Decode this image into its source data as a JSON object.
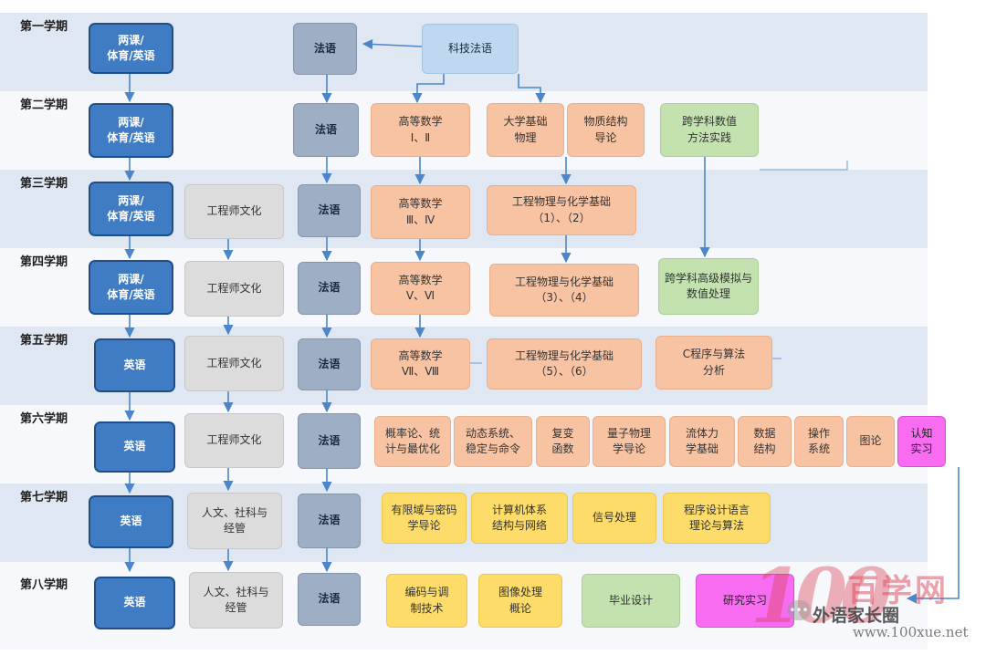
{
  "semesters": [
    "第一学期",
    "第二学期",
    "第三学期",
    "第四学期",
    "第五学期",
    "第六学期",
    "第七学期",
    "第八学期"
  ],
  "courses": {
    "s1": {
      "core": "两课/\n体育/英语",
      "french": "法语",
      "sci_french": "科技法语"
    },
    "s2": {
      "core": "两课/\n体育/英语",
      "french": "法语",
      "math": "高等数学\nⅠ、Ⅱ",
      "physics": "大学基础\n物理",
      "structure": "物质结构\n导论",
      "numerical": "跨学科数值\n方法实践"
    },
    "s3": {
      "core": "两课/\n体育/英语",
      "eng_culture": "工程师文化",
      "french": "法语",
      "math": "高等数学\nⅢ、Ⅳ",
      "phys_chem": "工程物理与化学基础\n（1）、（2）"
    },
    "s4": {
      "core": "两课/\n体育/英语",
      "eng_culture": "工程师文化",
      "french": "法语",
      "math": "高等数学\nⅤ、Ⅵ",
      "phys_chem": "工程物理与化学基础\n（3）、（4）",
      "simulation": "跨学科高级模拟与\n数值处理"
    },
    "s5": {
      "english": "英语",
      "eng_culture": "工程师文化",
      "french": "法语",
      "math": "高等数学\nⅦ、Ⅷ",
      "phys_chem": "工程物理与化学基础\n（5）、（6）",
      "c_prog": "C程序与算法\n分析"
    },
    "s6": {
      "english": "英语",
      "eng_culture": "工程师文化",
      "french": "法语",
      "prob": "概率论、统\n计与最优化",
      "dyn": "动态系统、\n稳定与命令",
      "complex": "复变\n函数",
      "quantum": "量子物理\n学导论",
      "fluid": "流体力\n学基础",
      "data": "数据\n结构",
      "os": "操作\n系统",
      "graph": "图论",
      "internship": "认知\n实习"
    },
    "s7": {
      "english": "英语",
      "humanities": "人文、社科与\n经管",
      "french": "法语",
      "crypto": "有限域与密码\n学导论",
      "arch": "计算机体系\n结构与网络",
      "signal": "信号处理",
      "pl": "程序设计语言\n理论与算法"
    },
    "s8": {
      "english": "英语",
      "humanities": "人文、社科与\n经管",
      "french": "法语",
      "coding": "编码与调\n制技术",
      "image": "图像处理\n概论",
      "thesis": "毕业设计",
      "research": "研究实习"
    }
  },
  "watermark": {
    "logo": "100",
    "site_name": "百学网",
    "wechat": "外语家长圈",
    "wechat_icon": "•••",
    "url": "www.100xue.net"
  },
  "colors": {
    "blue": "#3f7cc4",
    "gray_blue": "#9eaec4",
    "light_gray": "#dcdcdc",
    "peach": "#f7c3a2",
    "green": "#c3e2b0",
    "yellow": "#fddc6a",
    "magenta": "#f86cf2",
    "arrow": "#4a86c8"
  }
}
